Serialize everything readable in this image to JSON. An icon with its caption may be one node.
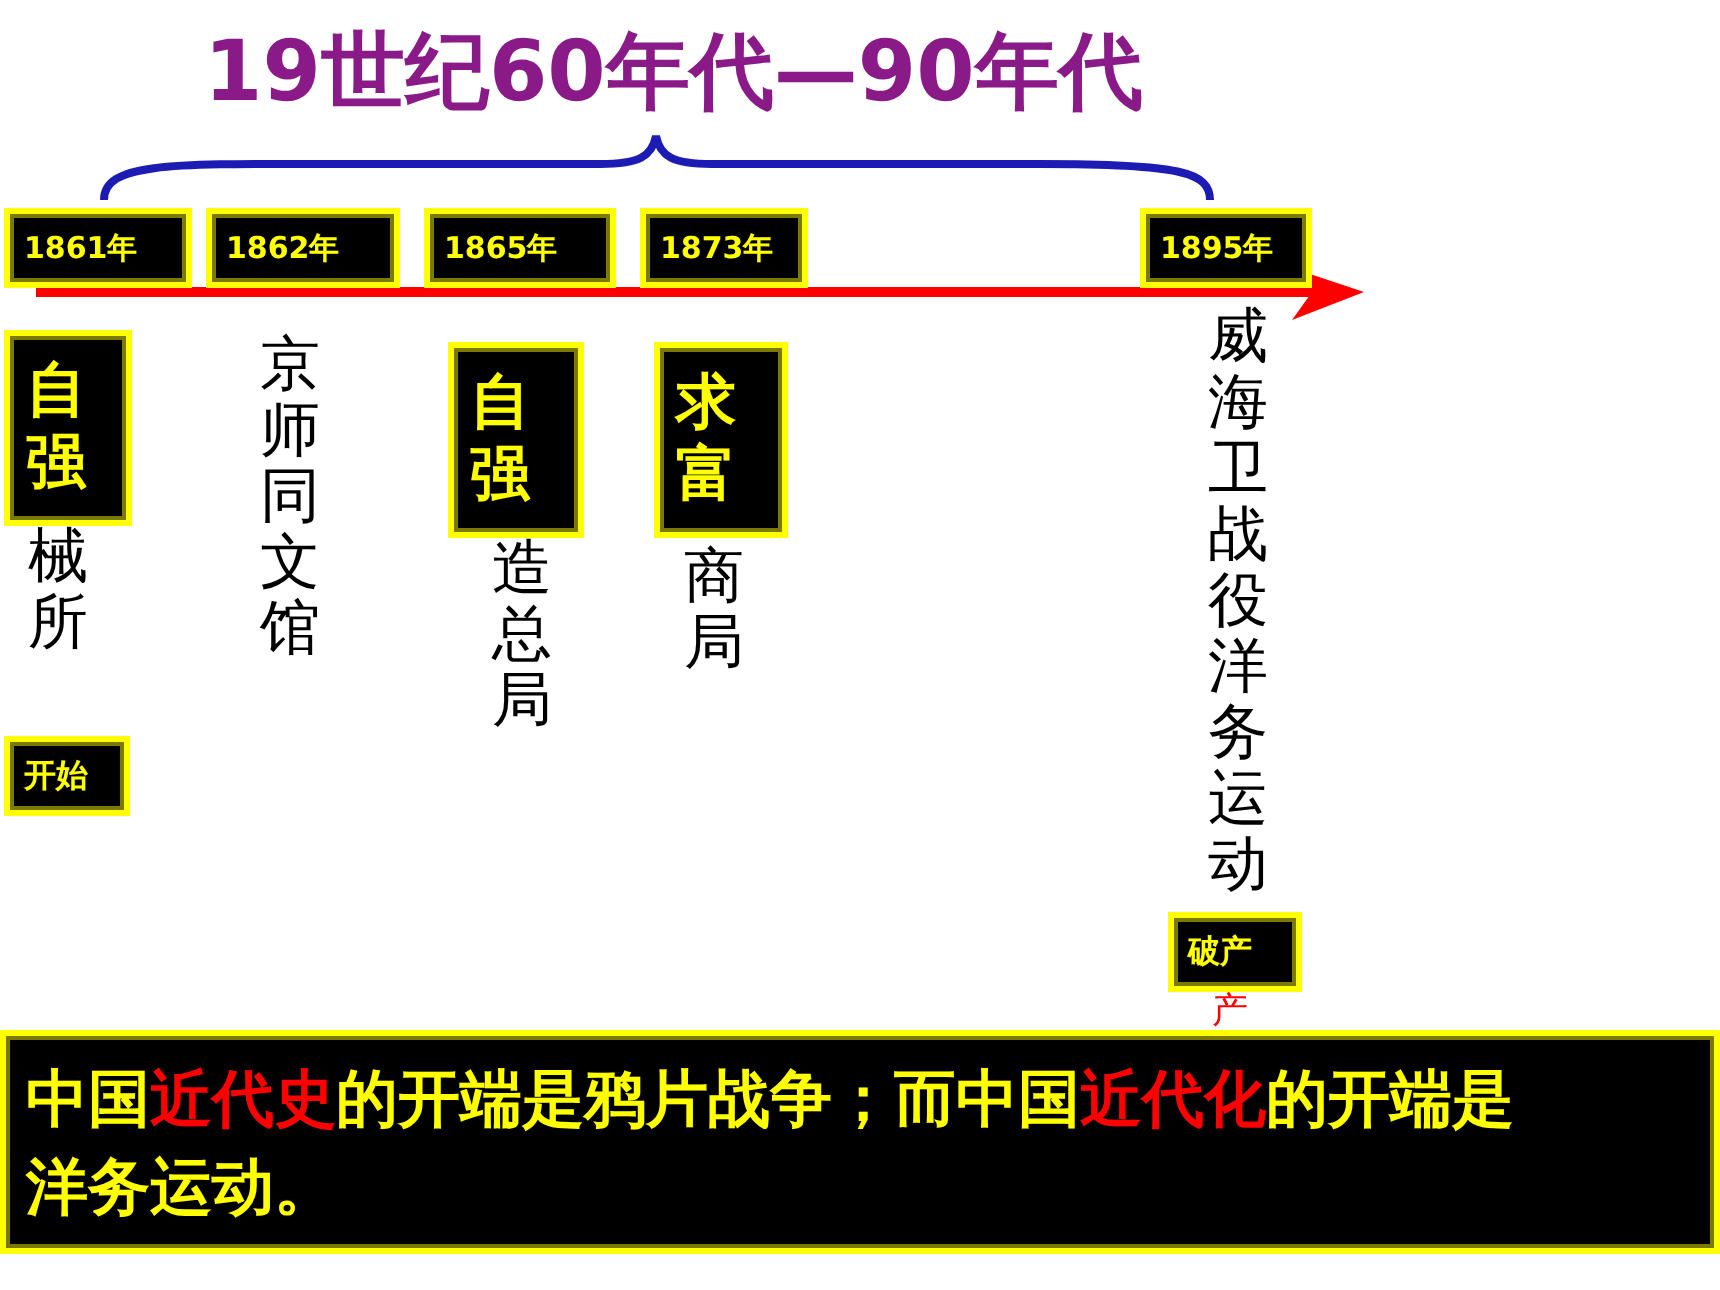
{
  "diagram": {
    "title": "19世纪60年代—90年代",
    "nodes": [
      {
        "text": [
          "1861年"
        ]
      },
      {
        "text": [
          "1862年"
        ]
      },
      {
        "text": [
          "1865年"
        ]
      },
      {
        "text": [
          "1873年"
        ]
      },
      {
        "text": [
          "1895年"
        ]
      },
      {
        "text": [
          "自强"
        ]
      },
      {
        "text": [
          "自强"
        ]
      },
      {
        "text": [
          "求富"
        ]
      },
      {
        "text": [
          "开始"
        ]
      },
      {
        "text": [
          "破产"
        ]
      },
      {
        "text": [
          "中国**近代史**的开端是鸦片战争；而中国**近代化**的开端是洋务运动。"
        ]
      }
    ],
    "labels": [
      "械所",
      "京师同文馆",
      "造总局",
      "商局",
      "威海卫战役洋务运动",
      "产"
    ]
  }
}
